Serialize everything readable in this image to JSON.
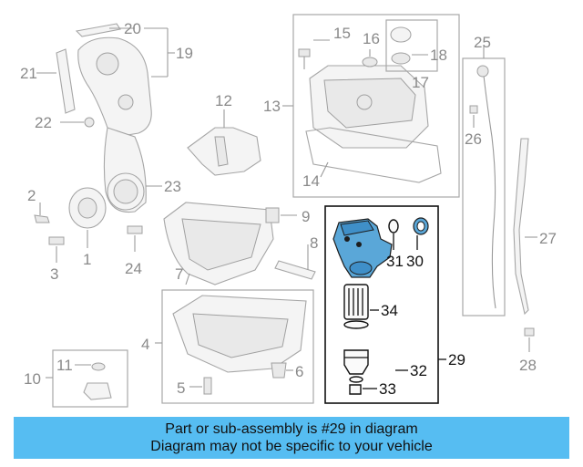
{
  "callouts": {
    "c1": "1",
    "c2": "2",
    "c3": "3",
    "c4": "4",
    "c5": "5",
    "c6": "6",
    "c7": "7",
    "c8": "8",
    "c9": "9",
    "c10": "10",
    "c11": "11",
    "c12": "12",
    "c13": "13",
    "c14": "14",
    "c15": "15",
    "c16": "16",
    "c17": "17",
    "c18": "18",
    "c19": "19",
    "c20": "20",
    "c21": "21",
    "c22": "22",
    "c23": "23",
    "c24": "24",
    "c25": "25",
    "c26": "26",
    "c27": "27",
    "c28": "28",
    "c29": "29",
    "c30": "30",
    "c31": "31",
    "c32": "32",
    "c33": "33",
    "c34": "34"
  },
  "highlight": {
    "part_number": "29",
    "color": "#5aa7d8"
  },
  "banner": {
    "line1": "Part or sub-assembly is #29 in diagram",
    "line2": "Diagram may not be specific to your vehicle",
    "background": "#56bdf2"
  }
}
